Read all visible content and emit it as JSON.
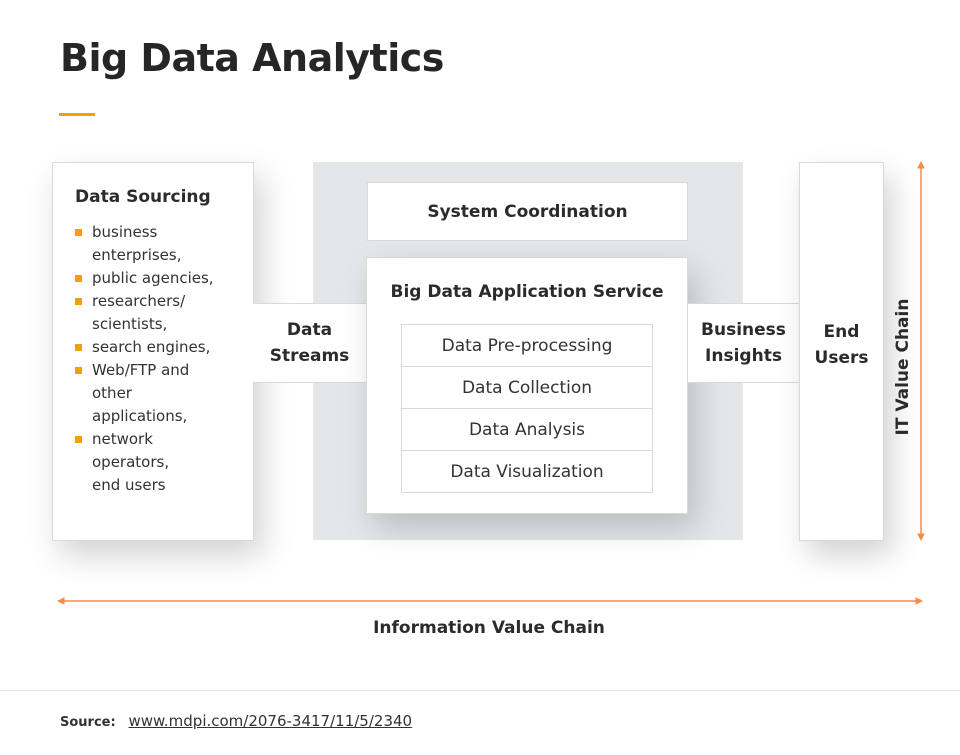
{
  "title": "Big Data Analytics",
  "sourcing": {
    "heading": "Data Sourcing",
    "items": [
      "business enterprises,",
      "public agencies,",
      "researchers/ scientists,",
      "search engines,",
      "Web/FTP and other applications,",
      "network operators, end users"
    ]
  },
  "streams": "Data Streams",
  "coordination": "System Coordination",
  "service": {
    "heading": "Big Data Application Service",
    "steps": [
      "Data Pre-processing",
      "Data Collection",
      "Data Analysis",
      "Data Visualization"
    ]
  },
  "insights": "Business Insights",
  "end_users": "End Users",
  "it_chain": "IT Value Chain",
  "info_chain": "Information Value Chain",
  "footer": {
    "label": "Source:",
    "link": "www.mdpi.com/2076-3417/11/5/2340"
  },
  "colors": {
    "accent": "#f5a000",
    "arrow": "#f58a4b",
    "panel": "#e3e7ea"
  }
}
